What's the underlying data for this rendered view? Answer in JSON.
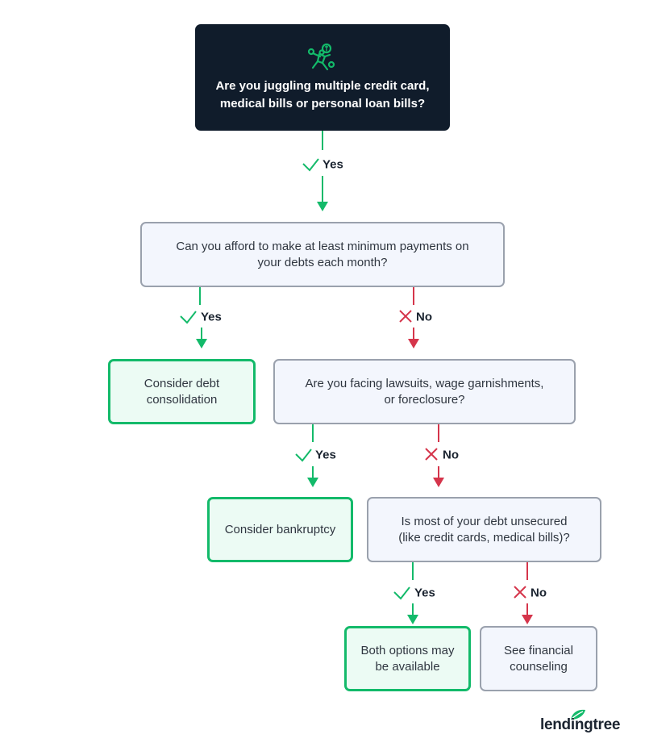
{
  "top_question": {
    "icon": "person-juggling-bills-icon",
    "line1": "Are you juggling multiple credit card,",
    "line2": "medical bills or personal loan bills?"
  },
  "q1": {
    "line1": "Can you afford to make at least minimum payments on",
    "line2": "your debts each month?"
  },
  "q2": {
    "line1": "Are you facing lawsuits, wage garnishments,",
    "line2": "or foreclosure?"
  },
  "q3": {
    "line1": "Is most of your debt unsecured",
    "line2": "(like credit cards, medical bills)?"
  },
  "a_consolidation": {
    "line1": "Consider debt",
    "line2": "consolidation"
  },
  "a_bankruptcy": {
    "line1": "Consider bankruptcy"
  },
  "a_both": {
    "line1": "Both options may",
    "line2": "be available"
  },
  "a_counseling": {
    "line1": "See financial",
    "line2": "counseling"
  },
  "labels": {
    "yes": "Yes",
    "no": "No"
  },
  "logo": {
    "text": "lendingtree"
  },
  "colors": {
    "yes_green": "#13ba6a",
    "no_red": "#d5354b",
    "dark_box": "#101c2b",
    "question_fill": "#f3f6fd",
    "answer_fill": "#ecfbf4"
  }
}
